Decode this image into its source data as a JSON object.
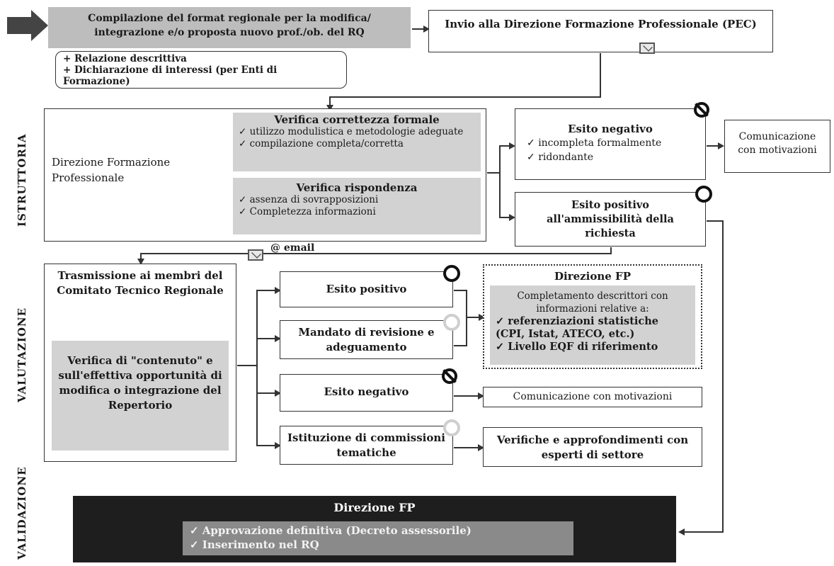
{
  "start": {
    "text": "Compilazione del format regionale per la modifica/ integrazione e/o proposta nuovo prof./ob. del RQ"
  },
  "invio": {
    "text": "Invio alla Direzione Formazione Professionale (PEC)"
  },
  "attachments": [
    "+ Relazione descrittiva",
    "+ Dichiarazione di interessi (per Enti di Formazione)"
  ],
  "phases": {
    "istruttoria": "ISTRUTTORIA",
    "valutazione": "VALUTAZIONE",
    "validazione": "VALIDAZIONE"
  },
  "istruttoria": {
    "actor": "Direzione Formazione Professionale",
    "check1": {
      "title": "Verifica correttezza formale",
      "items": [
        "utilizzo modulistica e metodologie adeguate",
        "compilazione completa/corretta"
      ]
    },
    "check2": {
      "title": "Verifica rispondenza",
      "items": [
        "assenza di sovrapposizioni",
        "Completezza informazioni"
      ]
    },
    "negative": {
      "title": "Esito negativo",
      "items": [
        "incompleta formalmente",
        "ridondante"
      ]
    },
    "negative_outcome": "Comunicazione con motivazioni",
    "positive": "Esito positivo all'ammissibilità della richiesta",
    "email": "@ email"
  },
  "valutazione": {
    "transmission": "Trasmissione ai membri del Comitato Tecnico Regionale",
    "verification": "Verifica di \"contenuto\" e sull'effettiva opportunità di modifica o integrazione del Repertorio",
    "outcomes": [
      "Esito positivo",
      "Mandato di revisione e adeguamento",
      "Esito negativo",
      "Istituzione di commissioni tematiche"
    ],
    "fp": {
      "title": "Direzione FP",
      "intro": "Completamento descrittori con informazioni relative a:",
      "items": [
        "referenziazioni statistiche (CPI, Istat, ATECO, etc.)",
        "Livello EQF di riferimento"
      ]
    },
    "negative_outcome": "Comunicazione con motivazioni",
    "experts": "Verifiche e approfondimenti con esperti di settore"
  },
  "validazione": {
    "title": "Direzione FP",
    "items": [
      "Approvazione definitiva (Decreto assessorile)",
      "Inserimento nel RQ"
    ]
  }
}
